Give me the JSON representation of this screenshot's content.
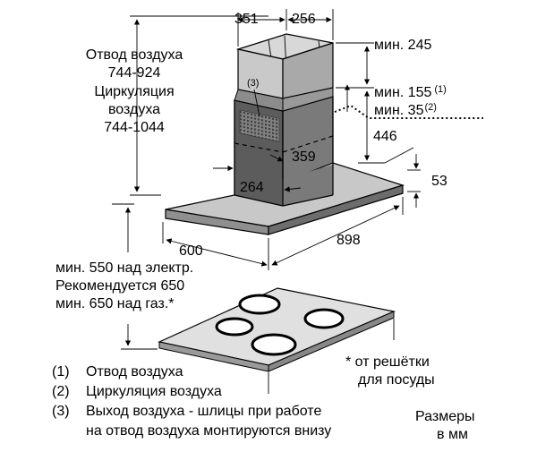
{
  "dimensions": {
    "top_depth": "351",
    "top_width": "256",
    "min_245": "мин. 245",
    "min_155": "мин. 155",
    "min_155_note": "(1)",
    "min_35": "мин. 35",
    "min_35_note": "(2)",
    "height_446": "446",
    "chimney_359": "359",
    "chimney_264": "264",
    "hood_thickness": "53",
    "hood_depth": "600",
    "hood_width": "898"
  },
  "height_ranges": {
    "exhaust_label": "Отвод воздуха",
    "exhaust_range": "744-924",
    "recirc_label": "Циркуляция",
    "recirc_label2": "воздуха",
    "recirc_range": "744-1044"
  },
  "mounting_distance": {
    "line1": "мин. 550 над электр.",
    "line2": "Рекомендуется 650",
    "line3": "мин. 650 над газ.*"
  },
  "grille_note": {
    "line1": "* от решётки",
    "line2": "для посуды"
  },
  "callout_3": "(3)",
  "legend": [
    {
      "num": "(1)",
      "text": "Отвод воздуха"
    },
    {
      "num": "(2)",
      "text": "Циркуляция воздуха"
    },
    {
      "num": "(3)",
      "text": "Выход воздуха - шлицы при работе"
    },
    {
      "num": "",
      "text": "на отвод воздуха монтируются внизу"
    }
  ],
  "units": {
    "line1": "Размеры",
    "line2": "в мм"
  }
}
